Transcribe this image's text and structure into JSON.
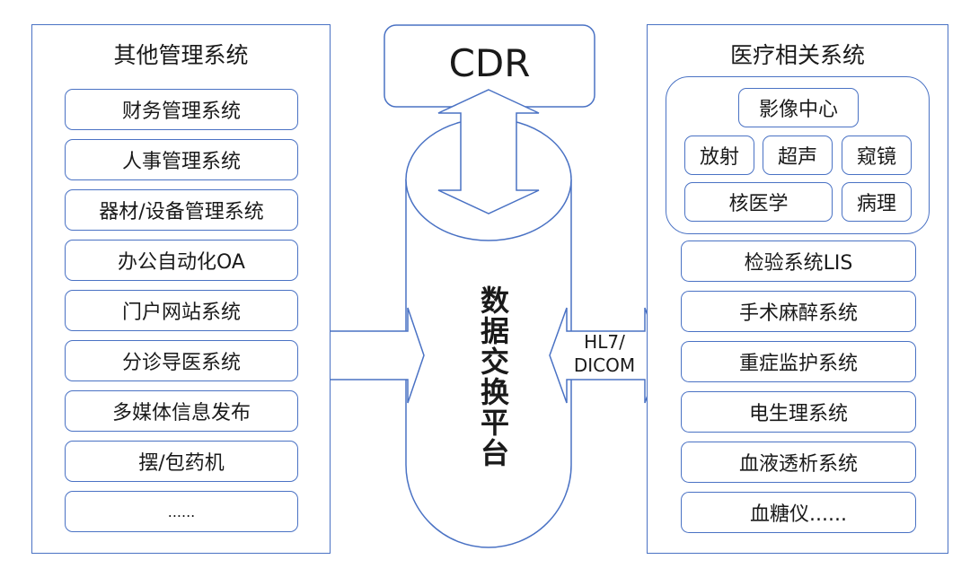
{
  "left_panel": {
    "title": "其他管理系统",
    "items": [
      "财务管理系统",
      "人事管理系统",
      "器材/设备管理系统",
      "办公自动化OA",
      "门户网站系统",
      "分诊导医系统",
      "多媒体信息发布",
      "摆/包药机",
      "......"
    ]
  },
  "center": {
    "cdr": "CDR",
    "platform": "数据交换平台",
    "protocol_line1": "HL7/",
    "protocol_line2": "DICOM"
  },
  "right_panel": {
    "title": "医疗相关系统",
    "imaging_group": {
      "center": "影像中心",
      "row1": [
        "放射",
        "超声",
        "窥镜"
      ],
      "row2": [
        "核医学",
        "病理"
      ]
    },
    "items": [
      "检验系统LIS",
      "手术麻醉系统",
      "重症监护系统",
      "电生理系统",
      "血液透析系统",
      "血糖仪......"
    ]
  },
  "colors": {
    "stroke": "#4a72c4",
    "text": "#1a1a1a"
  }
}
